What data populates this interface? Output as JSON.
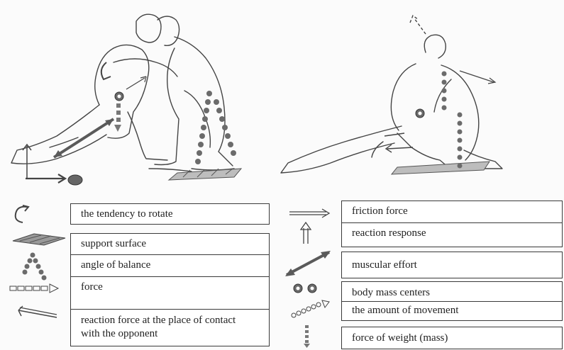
{
  "legend": {
    "left": [
      {
        "icon": "rotate-arrow-icon",
        "label": "the tendency to rotate"
      },
      {
        "icon": "support-surface-icon",
        "label": "support surface"
      },
      {
        "icon": "balance-angle-icon",
        "label": "angle of balance"
      },
      {
        "icon": "force-arrow-icon",
        "label": "force"
      },
      {
        "icon": "reaction-arrow-icon",
        "label": "reaction force at the place of contact with the opponent"
      }
    ],
    "right": [
      {
        "icon": "friction-arrow-icon",
        "label": "friction force"
      },
      {
        "icon": "reaction-response-arrow-icon",
        "label": "reaction response"
      },
      {
        "icon": "muscular-effort-arrow-icon",
        "label": "muscular effort"
      },
      {
        "icon": "mass-center-dots-icon",
        "label": "body mass centers"
      },
      {
        "icon": "movement-arrow-icon",
        "label": "the amount of movement"
      },
      {
        "icon": "weight-dashed-arrow-icon",
        "label": "force of weight (mass)"
      }
    ]
  },
  "colors": {
    "line": "#3a3a3a",
    "sketch": "#444444",
    "fill": "#6b6b6b"
  }
}
